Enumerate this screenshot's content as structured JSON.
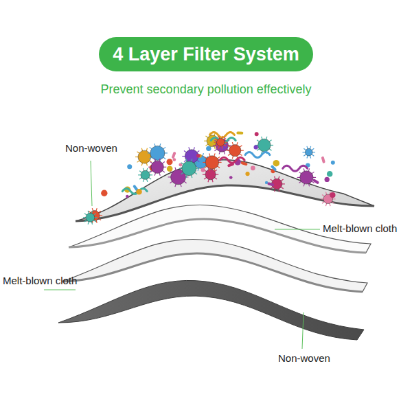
{
  "diagram": {
    "title": "4 Layer Filter System",
    "labels": [
      "Prevent secondary pollution effectively",
      "Non-woven",
      "Melt-blown cloth",
      "Melt-blown cloth",
      "Non-woven"
    ]
  }
}
